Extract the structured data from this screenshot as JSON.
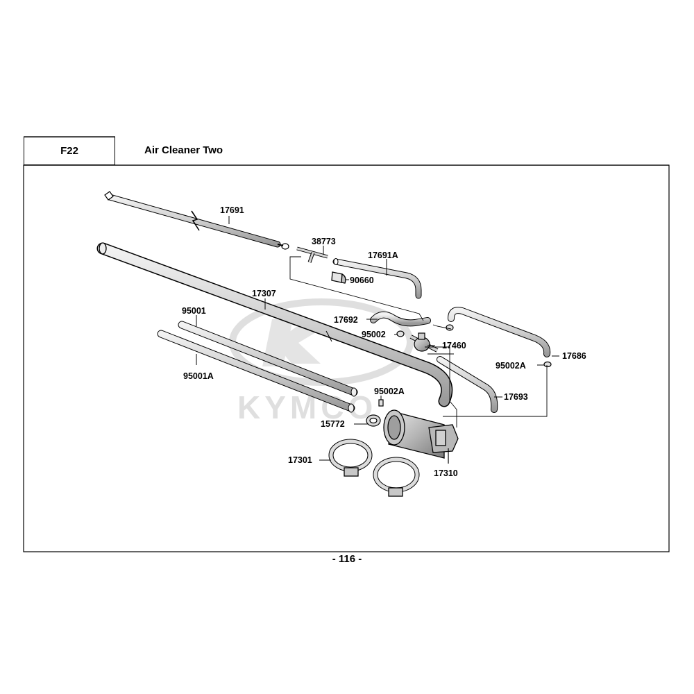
{
  "header": {
    "section_code": "F22",
    "title": "Air Cleaner Two"
  },
  "page": {
    "number": "- 116 -"
  },
  "watermark": {
    "brand": "KYMCO",
    "logo": "kymco-k-logo"
  },
  "parts": [
    {
      "id": "17691",
      "label": "17691"
    },
    {
      "id": "38773",
      "label": "38773"
    },
    {
      "id": "17691A",
      "label": "17691A"
    },
    {
      "id": "90660",
      "label": "90660"
    },
    {
      "id": "17307",
      "label": "17307"
    },
    {
      "id": "95001",
      "label": "95001"
    },
    {
      "id": "17692",
      "label": "17692"
    },
    {
      "id": "95002",
      "label": "95002"
    },
    {
      "id": "17460",
      "label": "17460"
    },
    {
      "id": "17686",
      "label": "17686"
    },
    {
      "id": "95002A-right",
      "label": "95002A"
    },
    {
      "id": "95001A",
      "label": "95001A"
    },
    {
      "id": "95002A-lower",
      "label": "95002A"
    },
    {
      "id": "17693",
      "label": "17693"
    },
    {
      "id": "15772",
      "label": "15772"
    },
    {
      "id": "17301",
      "label": "17301"
    },
    {
      "id": "17310",
      "label": "17310"
    }
  ],
  "colors": {
    "line": "#000000",
    "part_fill": "#d8d8d8",
    "part_shade": "#a8a8a8",
    "watermark": "#dcdcdc"
  }
}
